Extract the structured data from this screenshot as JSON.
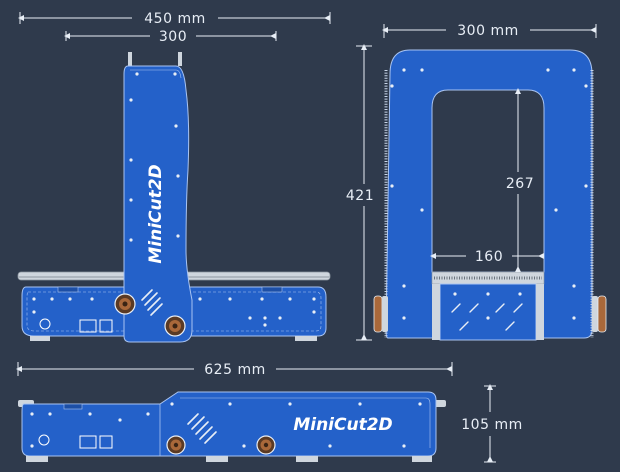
{
  "dimensions": {
    "front_width_total": "450 mm",
    "front_width_inner": "300",
    "side_width": "300 mm",
    "side_height": "421",
    "side_inner_height": "267",
    "side_inner_width": "160",
    "top_length": "625 mm",
    "top_height": "105 mm"
  },
  "brand": {
    "front_logo": "MiniCut2D",
    "top_logo": "MiniCut2D"
  },
  "colors": {
    "background": "#2f3a4c",
    "plate": "#2461c9",
    "plate_line": "#a9c4f2",
    "dimension_line": "#e8eef6",
    "rod": "#cfd6de",
    "wheel": "#7a4a2a"
  }
}
